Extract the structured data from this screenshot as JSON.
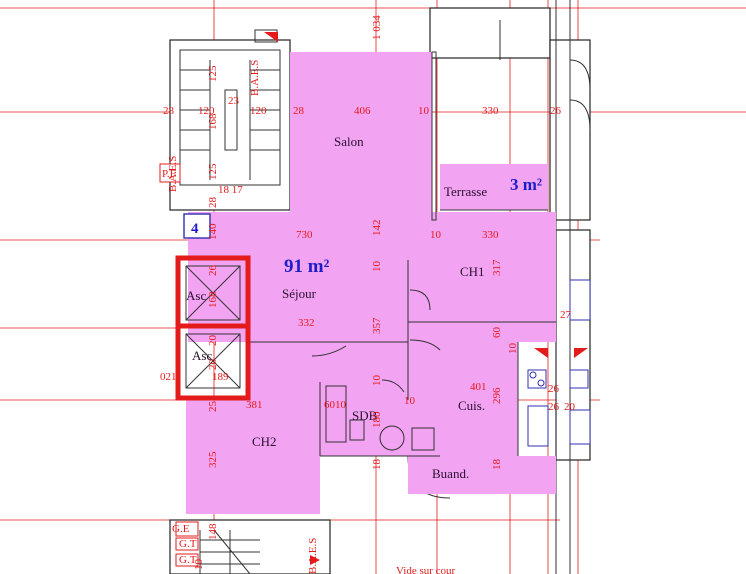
{
  "rooms": {
    "salon": "Salon",
    "sejour": "Séjour",
    "ch1": "CH1",
    "ch2": "CH2",
    "cuis": "Cuis.",
    "buand": "Buand.",
    "sdb": "SDB",
    "terrasse": "Terrasse",
    "asc1": "Asc",
    "asc2": "Asc"
  },
  "areas": {
    "main": "91 m²",
    "terrasse": "3 m²"
  },
  "markers": {
    "apt_number": "4",
    "pf": "P.F",
    "baes_top": "B.A.E.S",
    "baes_left": "B.A.E.S",
    "baes_bottom": "B.A.E.S",
    "ge": "G.E",
    "gt1": "G.T",
    "gt2": "G.T",
    "vide_sur_cour": "Vide sur cour"
  },
  "dims": {
    "top_1034": "1 034",
    "d28a": "28",
    "d120a": "120",
    "d23": "23",
    "d120b": "120",
    "d28b": "28",
    "d406": "406",
    "d10a": "10",
    "d330a": "330",
    "d26a": "26",
    "d125a": "125",
    "d168": "168",
    "d125b": "125",
    "d28c": "28",
    "d1817": "18 17",
    "d140": "140",
    "d730": "730",
    "d142": "142",
    "d10b": "10",
    "d330b": "330",
    "d10c": "10",
    "d317": "317",
    "d26b": "26",
    "d168b": "168",
    "d332": "332",
    "d357": "357",
    "d20a": "20",
    "d20b": "20",
    "d60": "60",
    "d10d": "10",
    "d27": "27",
    "d021": "021",
    "d189": "189",
    "d10e": "10",
    "d401": "401",
    "d26c": "26",
    "d25": "25",
    "d381": "381",
    "d60_10": "6010",
    "d180": "180",
    "d10f": "10",
    "d296": "296",
    "d26d": "26",
    "d20c": "20",
    "d325": "325",
    "d18a": "18",
    "d18b": "18",
    "d148": "148",
    "d10g": "10"
  }
}
